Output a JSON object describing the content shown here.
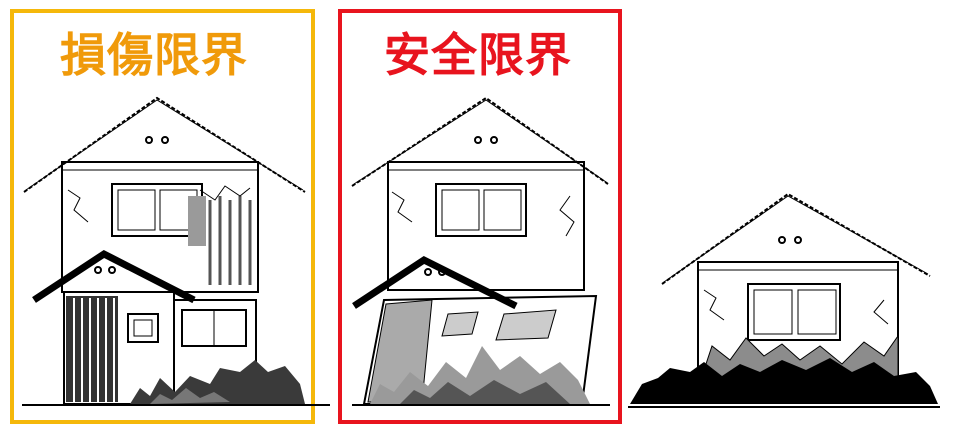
{
  "labels": {
    "damage_limit": "損傷限界",
    "safety_limit": "安全限界"
  },
  "colors": {
    "damage_frame": "#f5b80a",
    "damage_text": "#f09a0a",
    "safety_frame": "#e8141e",
    "safety_text": "#e8141e"
  },
  "houses": [
    {
      "state": "damaged"
    },
    {
      "state": "collapsed-first-floor"
    },
    {
      "state": "fully-collapsed"
    }
  ]
}
